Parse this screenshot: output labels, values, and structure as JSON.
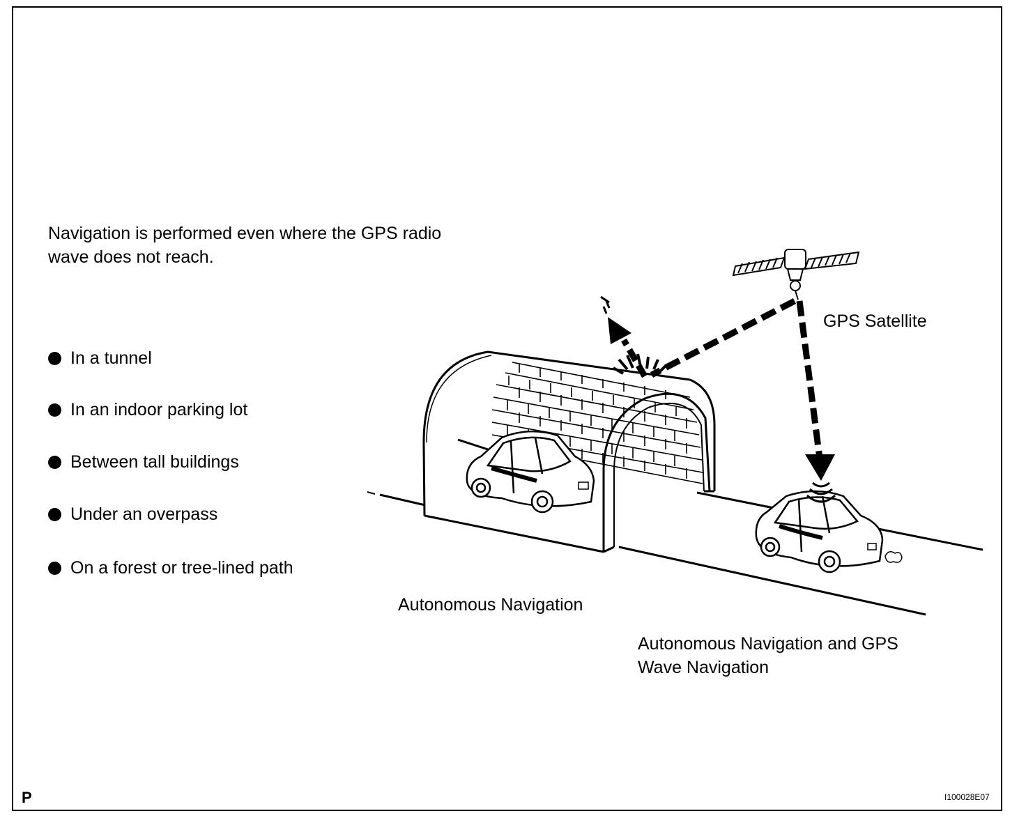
{
  "intro_text": "Navigation is performed even where the GPS radio wave does not reach.",
  "conditions": [
    "In a tunnel",
    "In an indoor parking lot",
    "Between tall buildings",
    "Under an overpass",
    "On a forest or tree-lined path"
  ],
  "labels": {
    "gps_satellite": "GPS Satellite",
    "autonomous_navigation": "Autonomous Navigation",
    "autonomous_and_gps": "Autonomous Navigation and GPS Wave Navigation"
  },
  "corner_marker": "P",
  "figure_id": "I100028E07"
}
